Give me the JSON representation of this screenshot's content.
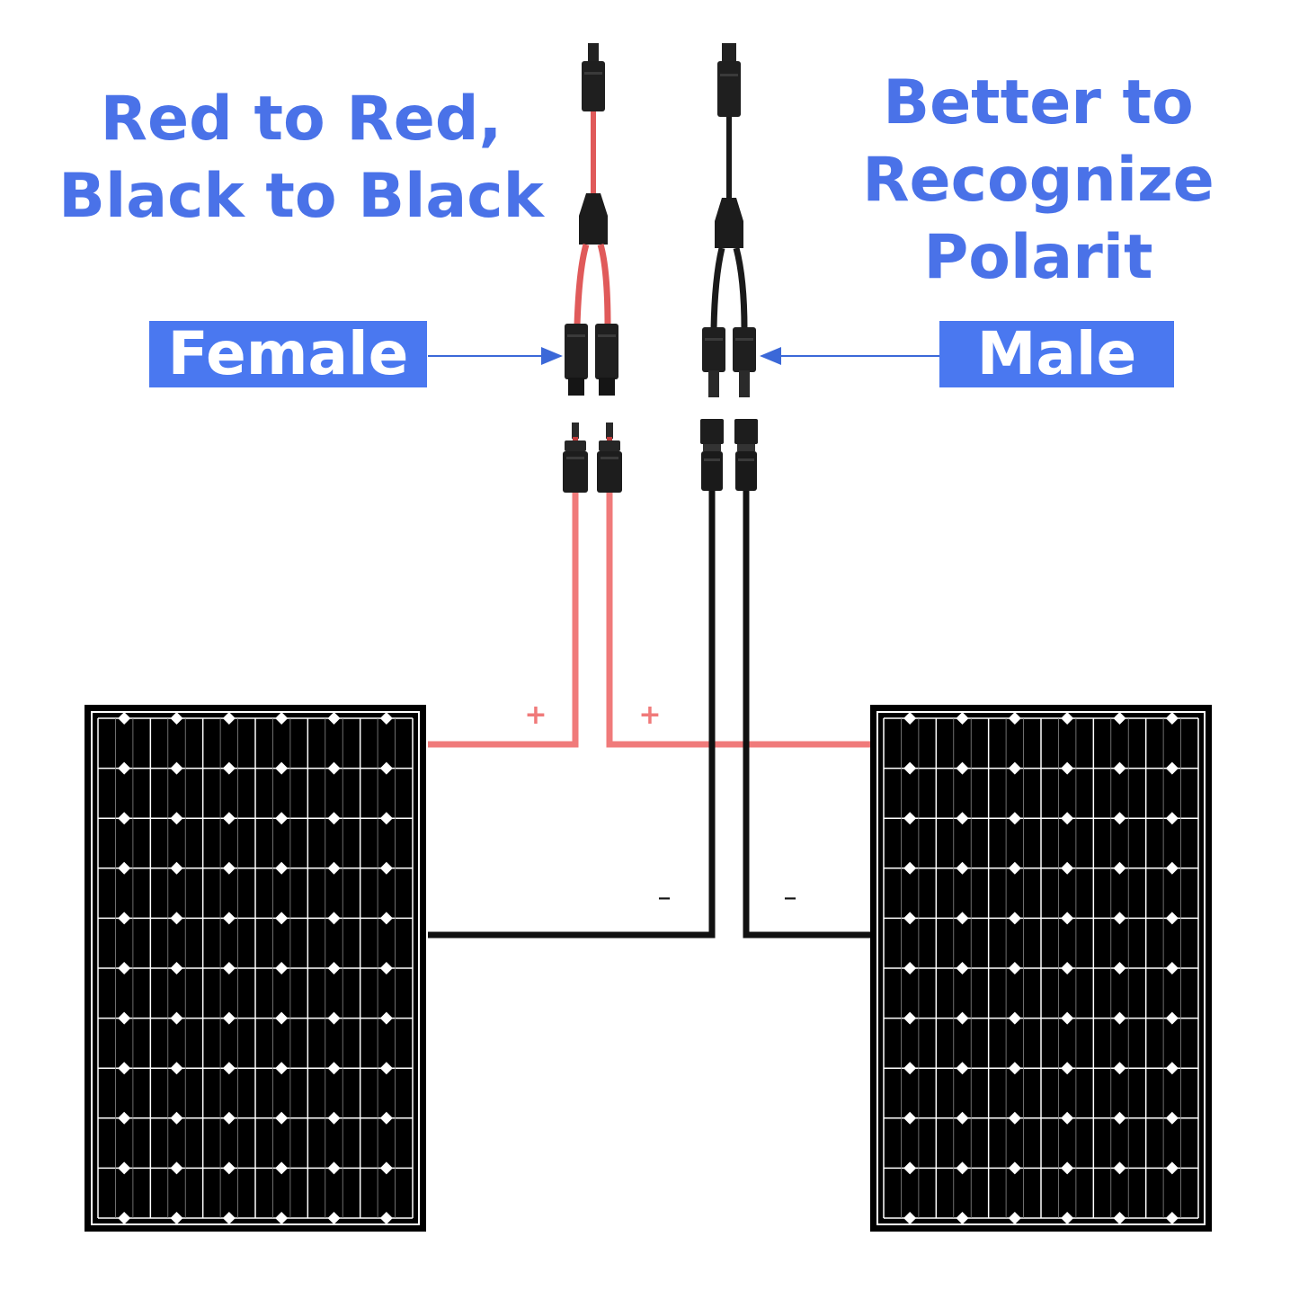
{
  "headline_left": [
    "Red to Red,",
    "Black to Black"
  ],
  "headline_right": [
    "Better to",
    "Recognize",
    "Polarit"
  ],
  "label_female": "Female",
  "label_male": "Male",
  "polarity": {
    "positive_left": "+",
    "positive_right": "+",
    "negative_left": "–",
    "negative_right": "–"
  },
  "colors": {
    "text_blue": "#4a72e8",
    "label_blue": "#4a78f0",
    "positive_wire": "#f07a7a",
    "negative_wire": "#111111",
    "panel": "#000000"
  },
  "icons": {
    "panel": "solar-panel-icon",
    "connector": "mc4-connector-icon",
    "branch": "y-branch-connector-icon"
  }
}
